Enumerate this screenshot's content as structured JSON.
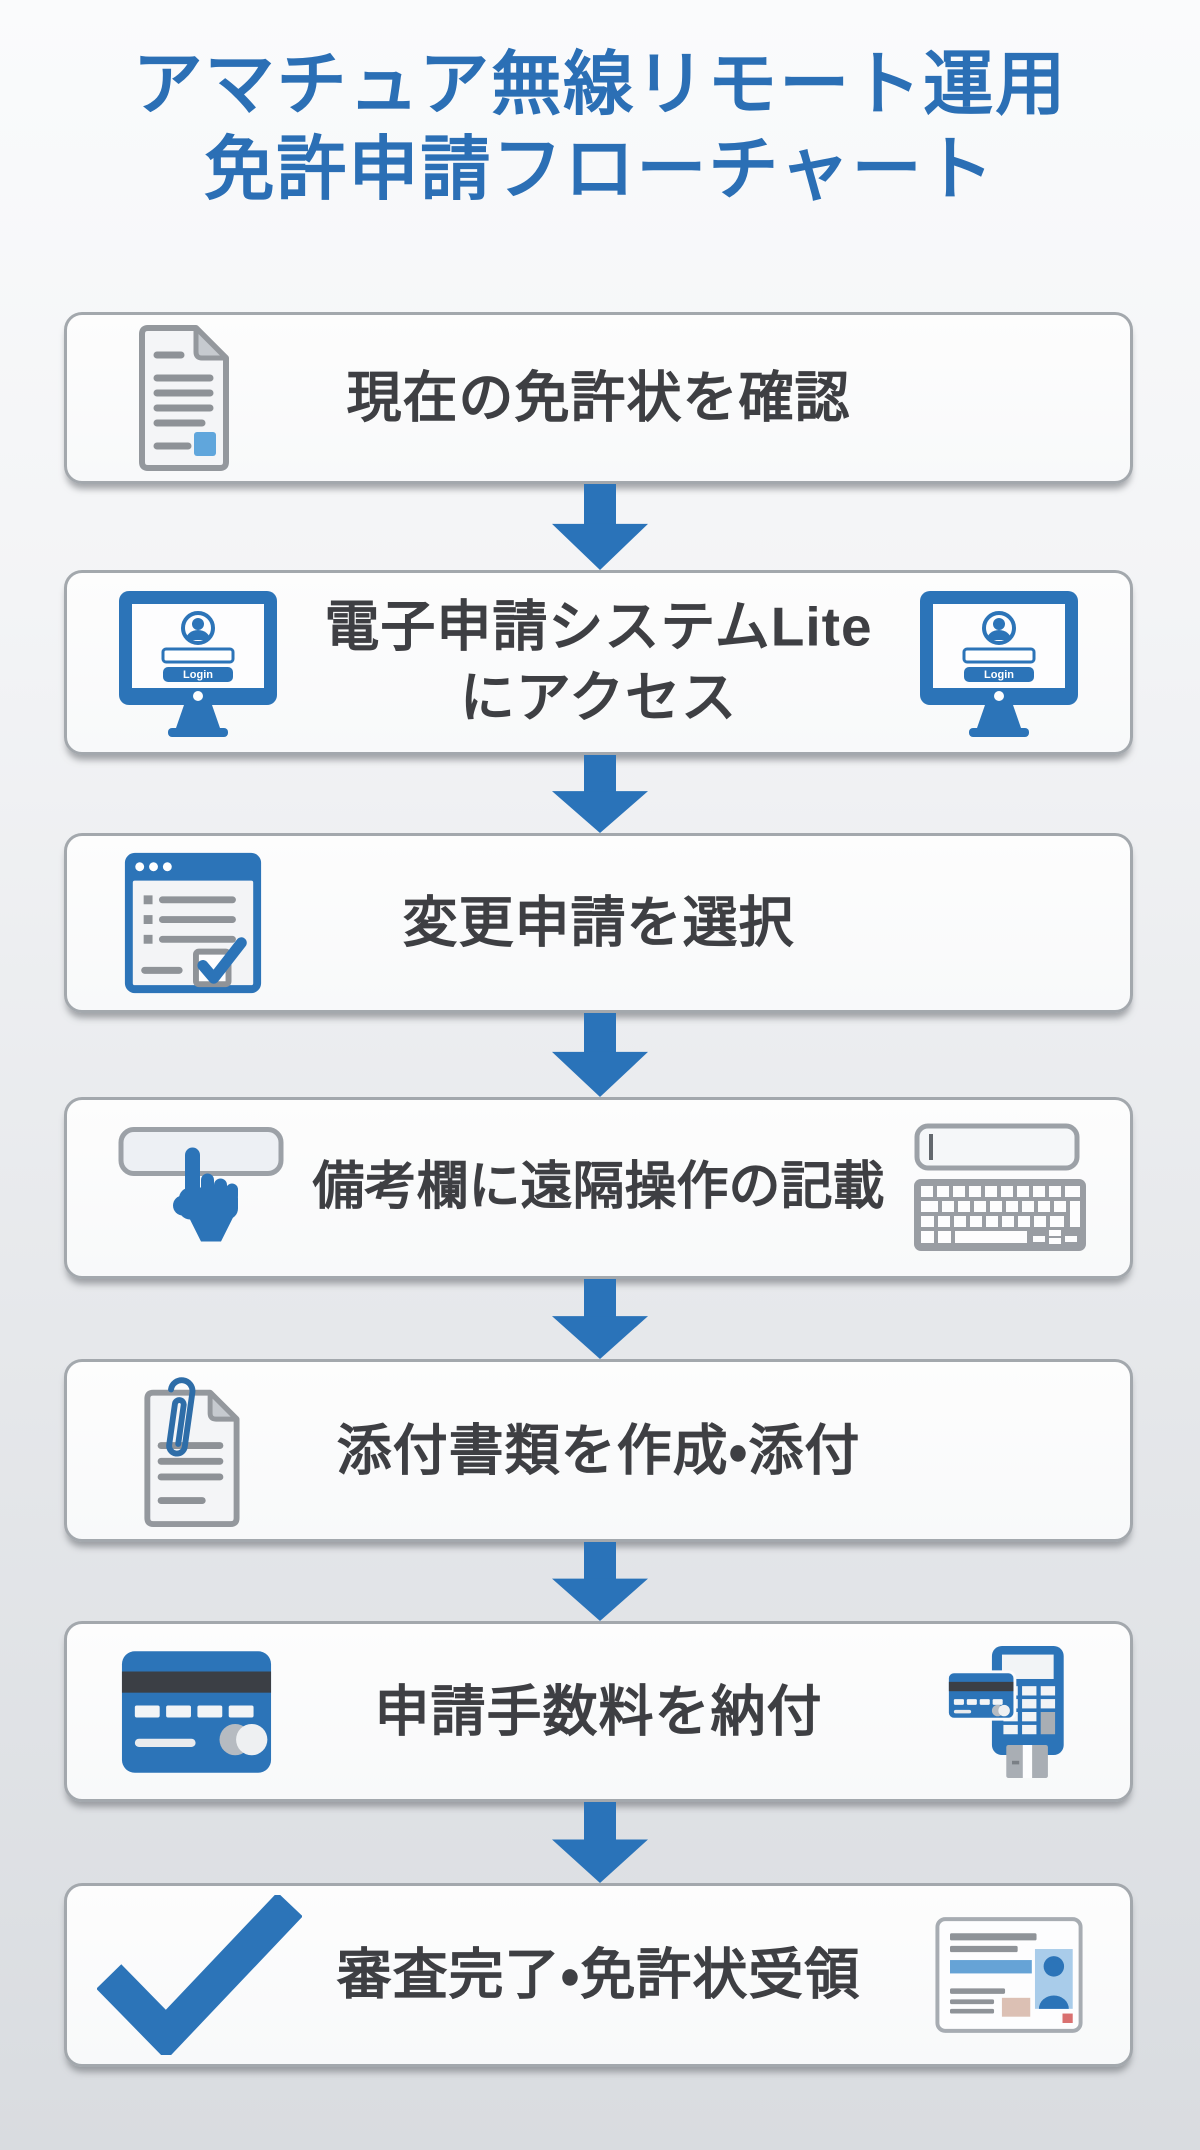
{
  "title": {
    "line1": "アマチュア無線リモート運用",
    "line2": "免許申請フローチャート"
  },
  "steps": [
    {
      "label": "現在の免許状を確認",
      "icons": [
        "document-icon"
      ]
    },
    {
      "label": "電子申請システムLite\nにアクセス",
      "icons": [
        "monitor-login-icon",
        "monitor-login-icon"
      ]
    },
    {
      "label": "変更申請を選択",
      "icons": [
        "form-checklist-window-icon"
      ]
    },
    {
      "label": "備考欄に遠隔操作の記載",
      "icons": [
        "input-field-click-icon",
        "input-cursor-keyboard-icon"
      ]
    },
    {
      "label": "添付書類を作成・添付",
      "icons": [
        "paperclip-document-icon"
      ]
    },
    {
      "label": "申請手数料を納付",
      "icons": [
        "credit-card-icon",
        "payment-terminal-icon"
      ]
    },
    {
      "label": "審査完了・免許状受領",
      "icons": [
        "checkmark-icon",
        "license-card-icon"
      ]
    }
  ],
  "monitor": {
    "login_label": "Login"
  },
  "colors": {
    "accent_blue": "#2B6FB5",
    "icon_blue": "#2C74B8",
    "arrow_blue": "#2A73B9",
    "light_blue": "#60A6DC",
    "text_dark": "#3E3F43",
    "gray_icon": "#8F9398",
    "background_top": "#FAFBFC",
    "background_bottom": "#D9DCE0"
  }
}
